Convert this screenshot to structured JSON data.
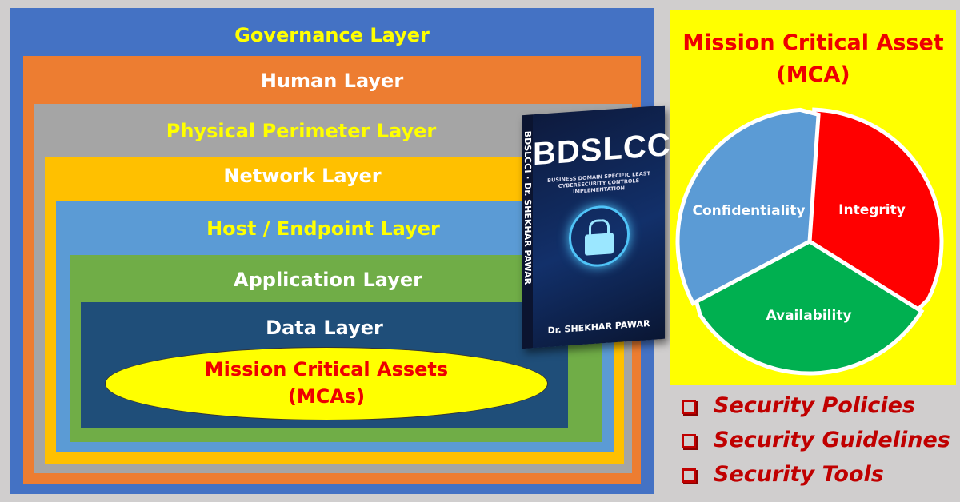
{
  "layers": [
    {
      "label": "Governance Layer",
      "color": "#4472C4",
      "text_color": "#FFFF00"
    },
    {
      "label": "Human Layer",
      "color": "#ED7D31",
      "text_color": "#FFFFFF"
    },
    {
      "label": "Physical Perimeter Layer",
      "color": "#A5A5A5",
      "text_color": "#FFFF00"
    },
    {
      "label": "Network Layer",
      "color": "#FFC000",
      "text_color": "#FFFFFF"
    },
    {
      "label": "Host / Endpoint Layer",
      "color": "#5B9BD5",
      "text_color": "#FFFF00"
    },
    {
      "label": "Application Layer",
      "color": "#70AD47",
      "text_color": "#FFFFFF"
    },
    {
      "label": "Data Layer",
      "color": "#1F4E79",
      "text_color": "#FFFFFF"
    }
  ],
  "core": {
    "line1": "Mission Critical Assets",
    "line2": "(MCAs)"
  },
  "book": {
    "title": "BDSLCCI",
    "subtitle": "BUSINESS DOMAIN SPECIFIC LEAST CYBERSECURITY CONTROLS IMPLEMENTATION",
    "author": "Dr. SHEKHAR PAWAR",
    "spine": "BDSLCCI  ·  Dr. SHEKHAR PAWAR"
  },
  "mca": {
    "title_line1": "Mission Critical Asset",
    "title_line2": "(MCA)",
    "segments": [
      {
        "label": "Integrity",
        "color": "#FF0000"
      },
      {
        "label": "Availability",
        "color": "#00B050"
      },
      {
        "label": "Confidentiality",
        "color": "#5B9BD5"
      }
    ]
  },
  "bullets": [
    "Security Policies",
    "Security Guidelines",
    "Security Tools"
  ]
}
